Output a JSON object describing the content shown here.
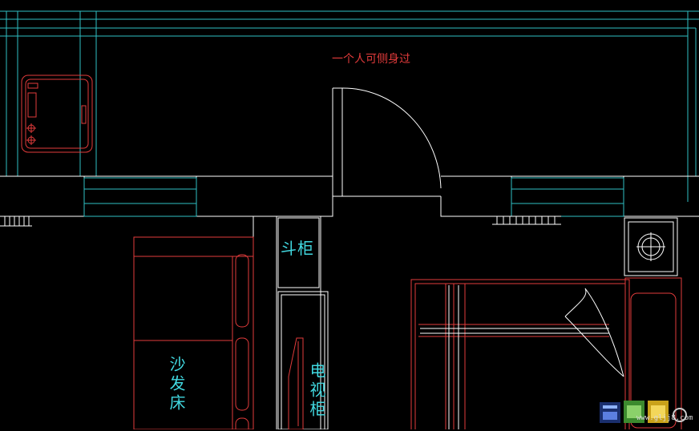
{
  "labels": {
    "passage_note": "一个人可侧身过",
    "cabinet": "斗柜",
    "sofa_bed": "沙发床",
    "tv_cabinet": "电视柜"
  },
  "watermark": {
    "text": "www.gljj8.com"
  },
  "colors": {
    "background": "#000000",
    "wall": "#ffffff",
    "axis": "#2fbfc4",
    "furniture": "#e23b3b",
    "label_cyan": "#41d8e0"
  }
}
